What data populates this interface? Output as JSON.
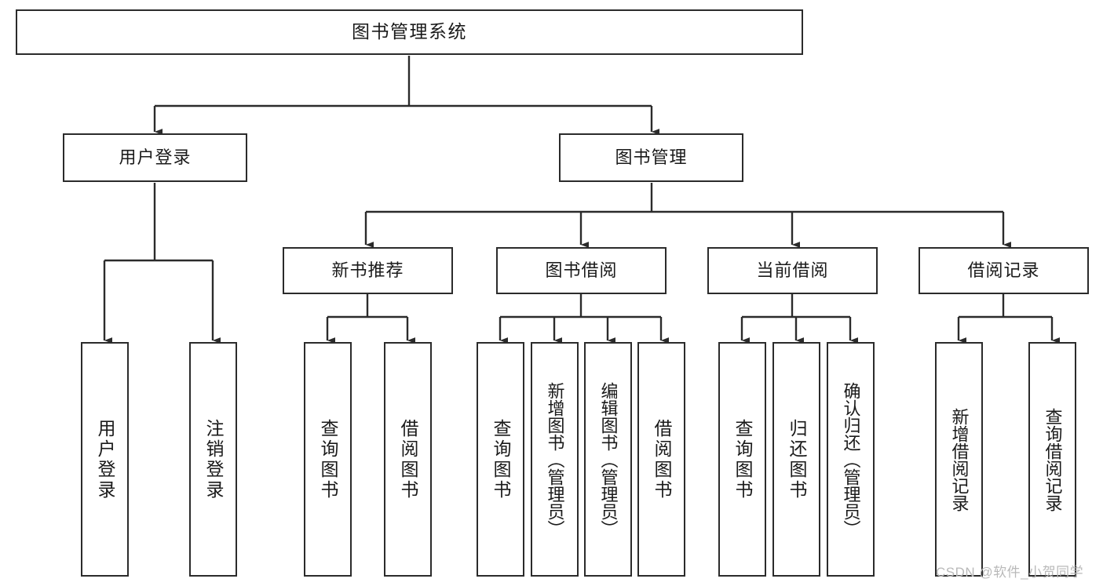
{
  "diagram": {
    "type": "tree",
    "title": "图书管理系统",
    "watermark": "CSDN @软件_小贺同学",
    "colors": {
      "box_border": "#2b2b2b",
      "box_fill": "#ffffff",
      "connector": "#2b2b2b",
      "text": "#1a1a1a",
      "watermark": "#b9b9b9",
      "background": "#ffffff"
    },
    "nodes": {
      "root": {
        "label": "图书管理系统"
      },
      "level1": [
        {
          "label": "用户登录"
        },
        {
          "label": "图书管理"
        }
      ],
      "level2": [
        {
          "label": "新书推荐"
        },
        {
          "label": "图书借阅"
        },
        {
          "label": "当前借阅"
        },
        {
          "label": "借阅记录"
        }
      ],
      "leaves_user_login": [
        {
          "label": "用户登录"
        },
        {
          "label": "注销登录"
        }
      ],
      "leaves_new_book": [
        {
          "label": "查询图书"
        },
        {
          "label": "借阅图书"
        }
      ],
      "leaves_borrow": [
        {
          "label": "查询图书"
        },
        {
          "label": "新增图书（管理员）"
        },
        {
          "label": "编辑图书（管理员）"
        },
        {
          "label": "借阅图书"
        }
      ],
      "leaves_current": [
        {
          "label": "查询图书"
        },
        {
          "label": "归还图书"
        },
        {
          "label": "确认归还（管理员）"
        }
      ],
      "leaves_record": [
        {
          "label": "新增借阅记录"
        },
        {
          "label": "查询借阅记录"
        }
      ]
    }
  }
}
